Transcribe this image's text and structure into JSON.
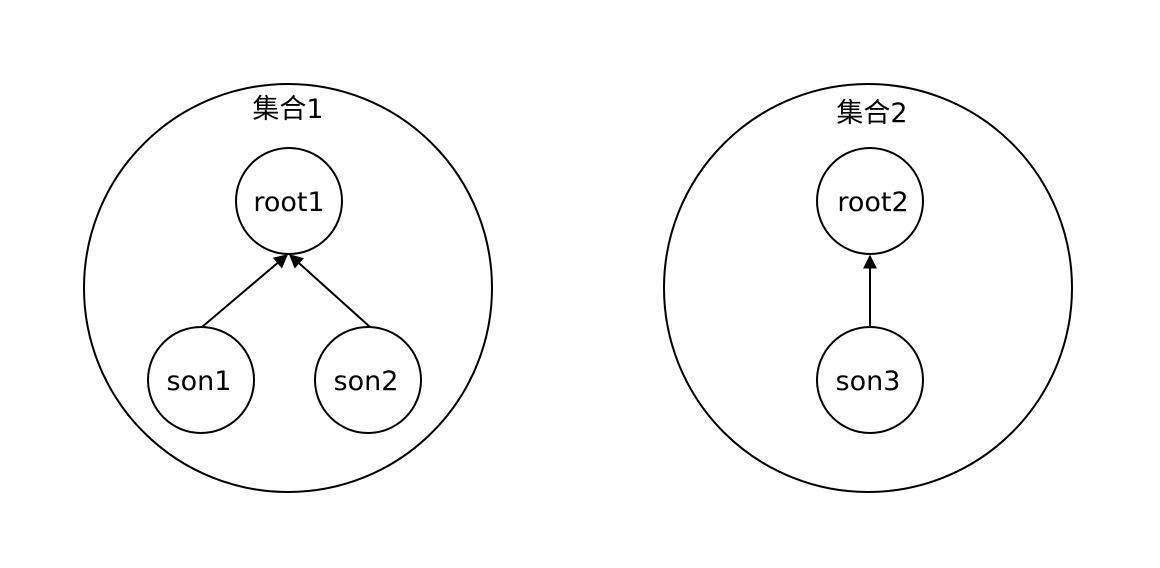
{
  "diagram": {
    "sets": [
      {
        "title": "集合1",
        "root": "root1",
        "children": [
          "son1",
          "son2"
        ]
      },
      {
        "title": "集合2",
        "root": "root2",
        "children": [
          "son3"
        ]
      }
    ],
    "colors": {
      "stroke": "#000000",
      "background": "#ffffff"
    }
  }
}
